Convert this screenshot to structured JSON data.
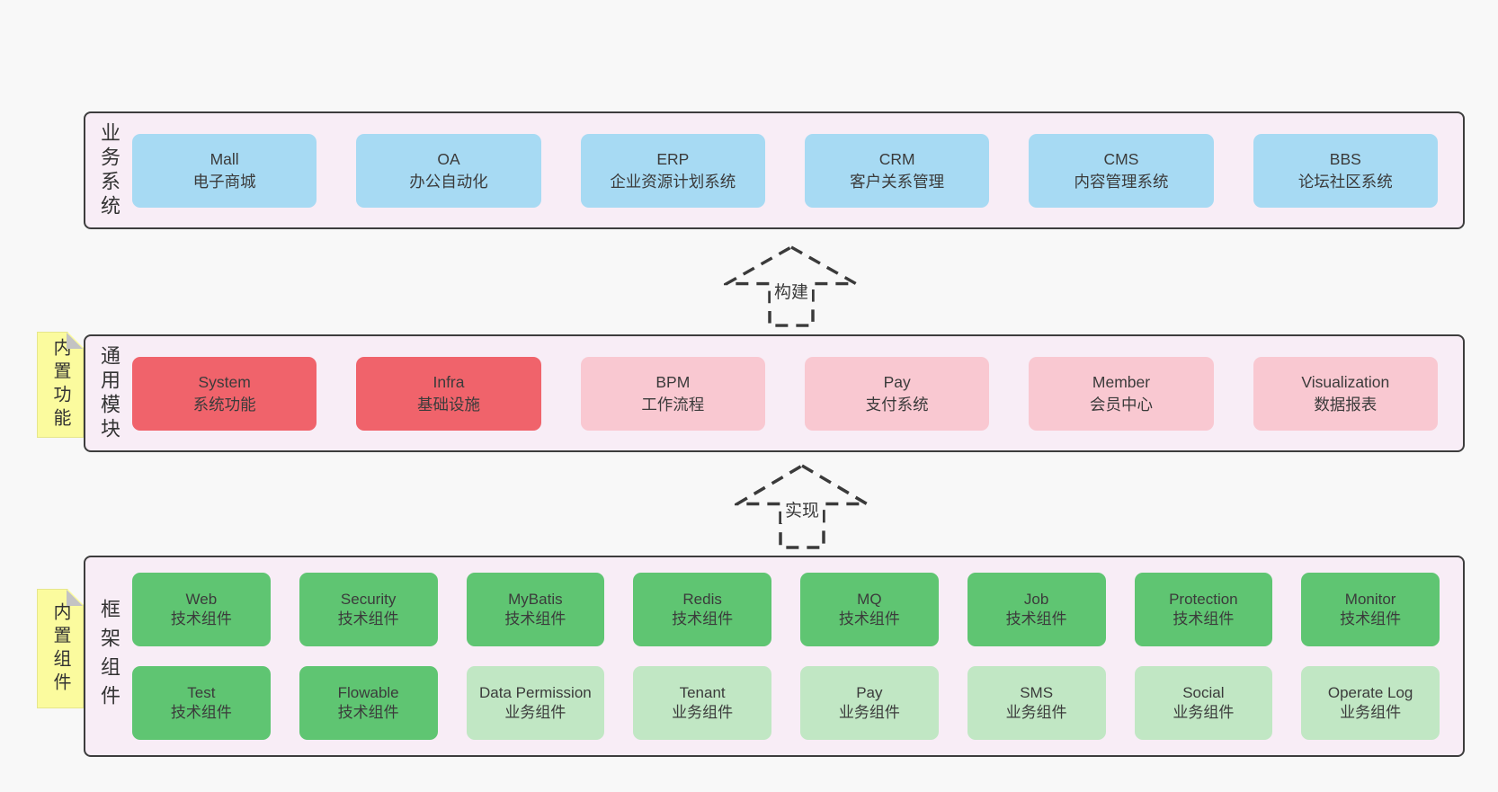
{
  "canvas": {
    "background": "#f8f8f8"
  },
  "colors": {
    "container_bg": "#f8edf6",
    "container_border": "#3d3d3d",
    "blue_box": "#a7daf3",
    "red_box": "#f0636b",
    "pink_box": "#f9c8d1",
    "green_box": "#5fc572",
    "light_green_box": "#c1e7c4",
    "note_yellow": "#fbfb9e",
    "note_fold_gray": "#c3c3c3",
    "text": "#3b3b3b"
  },
  "arrows": [
    {
      "label": "构建"
    },
    {
      "label": "实现"
    }
  ],
  "layers": [
    {
      "id": "business-systems",
      "label": "业务系统",
      "boxes": [
        {
          "title": "Mall",
          "subtitle": "电子商城"
        },
        {
          "title": "OA",
          "subtitle": "办公自动化"
        },
        {
          "title": "ERP",
          "subtitle": "企业资源计划系统"
        },
        {
          "title": "CRM",
          "subtitle": "客户关系管理"
        },
        {
          "title": "CMS",
          "subtitle": "内容管理系统"
        },
        {
          "title": "BBS",
          "subtitle": "论坛社区系统"
        }
      ]
    },
    {
      "id": "common-modules",
      "label": "通用模块",
      "note": "内置功能",
      "boxes": [
        {
          "title": "System",
          "subtitle": "系统功能"
        },
        {
          "title": "Infra",
          "subtitle": "基础设施"
        },
        {
          "title": "BPM",
          "subtitle": "工作流程"
        },
        {
          "title": "Pay",
          "subtitle": "支付系统"
        },
        {
          "title": "Member",
          "subtitle": "会员中心"
        },
        {
          "title": "Visualization",
          "subtitle": "数据报表"
        }
      ]
    },
    {
      "id": "framework-components",
      "label": "框架组件",
      "note": "内置组件",
      "rows": [
        [
          {
            "title": "Web",
            "subtitle": "技术组件"
          },
          {
            "title": "Security",
            "subtitle": "技术组件"
          },
          {
            "title": "MyBatis",
            "subtitle": "技术组件"
          },
          {
            "title": "Redis",
            "subtitle": "技术组件"
          },
          {
            "title": "MQ",
            "subtitle": "技术组件"
          },
          {
            "title": "Job",
            "subtitle": "技术组件"
          },
          {
            "title": "Protection",
            "subtitle": "技术组件"
          },
          {
            "title": "Monitor",
            "subtitle": "技术组件"
          }
        ],
        [
          {
            "title": "Test",
            "subtitle": "技术组件"
          },
          {
            "title": "Flowable",
            "subtitle": "技术组件"
          },
          {
            "title": "Data Permission",
            "subtitle": "业务组件"
          },
          {
            "title": "Tenant",
            "subtitle": "业务组件"
          },
          {
            "title": "Pay",
            "subtitle": "业务组件"
          },
          {
            "title": "SMS",
            "subtitle": "业务组件"
          },
          {
            "title": "Social",
            "subtitle": "业务组件"
          },
          {
            "title": "Operate Log",
            "subtitle": "业务组件"
          }
        ]
      ]
    }
  ]
}
